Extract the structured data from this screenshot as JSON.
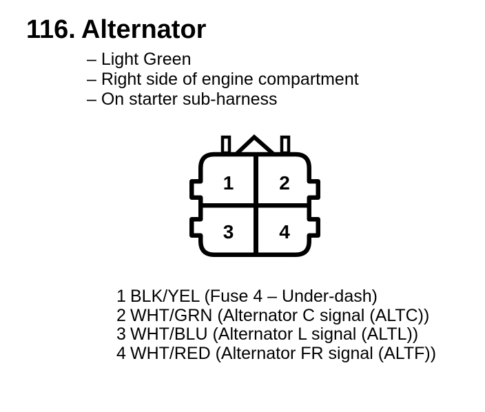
{
  "page": {
    "background_color": "#ffffff",
    "ink_color": "#000000"
  },
  "header": {
    "section_number": "116.",
    "section_title": "Alternator"
  },
  "notes": [
    "– Light Green",
    "– Right side of engine compartment",
    "– On starter sub-harness"
  ],
  "connector": {
    "description": "4-pin connector diagram, front view",
    "pins": {
      "p1": "1",
      "p2": "2",
      "p3": "3",
      "p4": "4"
    }
  },
  "pin_list": [
    {
      "num": "1",
      "desc": "BLK/YEL (Fuse 4 – Under-dash)"
    },
    {
      "num": "2",
      "desc": "WHT/GRN (Alternator C signal (ALTC))"
    },
    {
      "num": "3",
      "desc": "WHT/BLU (Alternator L signal (ALTL))"
    },
    {
      "num": "4",
      "desc": "WHT/RED (Alternator FR signal (ALTF))"
    }
  ]
}
